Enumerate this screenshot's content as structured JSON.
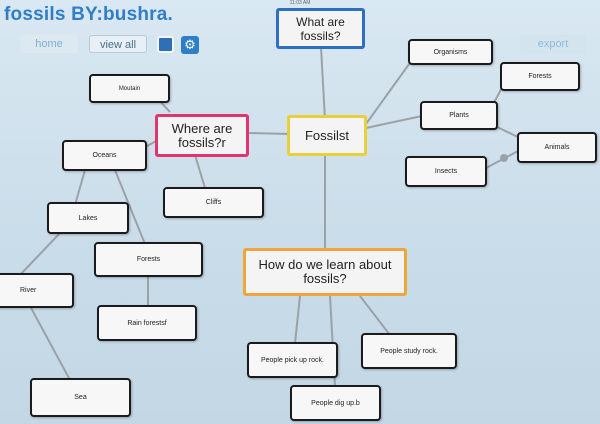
{
  "status": {
    "time": "11:03 AM"
  },
  "app": {
    "title": "fossils BY:bushra."
  },
  "toolbar": {
    "home_label": "home",
    "view_all_label": "view all",
    "export_label": "export"
  },
  "topics": {
    "what": "What are fossils?",
    "where": "Where are fossils?r",
    "center": "Fossilst",
    "how": "How do we learn about fossils?"
  },
  "nodes": {
    "organisms": "Organisms",
    "forests_right": "Forests",
    "plants": "Plants",
    "animals": "Animals",
    "insects": "Insects",
    "moutain": "Moutain",
    "oceans": "Oceans",
    "cliffs": "Cliffs",
    "lakes": "Lakes",
    "forests_left": "Forests",
    "river": "River",
    "rain_forests": "Rain forestsf",
    "sea": "Sea",
    "pick_up": "People pick up rock.",
    "study": "People study rock.",
    "dig_up": "People dig up.b"
  },
  "colors": {
    "title_blue": "#2f7ec6",
    "what_border": "#2e6fc2",
    "where_border": "#e0366d",
    "center_border": "#e8cf3c",
    "how_border": "#f0a53a",
    "link_color": "#9aa2a8"
  },
  "icons": {
    "gear": "gear-icon",
    "view_square": "square-icon"
  }
}
